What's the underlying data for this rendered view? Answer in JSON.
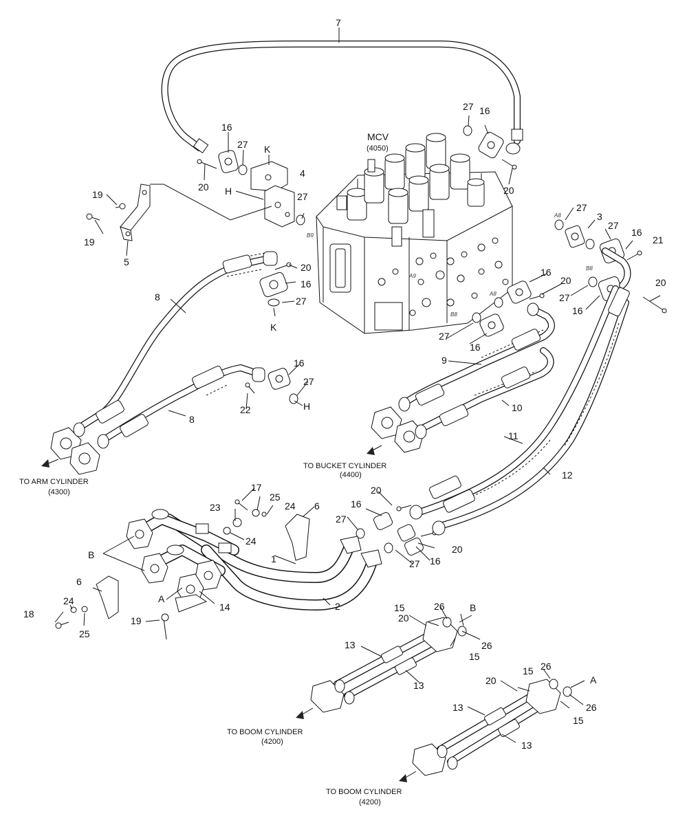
{
  "mcv": {
    "title": "MCV",
    "code": "(4050)"
  },
  "destinations": [
    {
      "text": "TO ARM CYLINDER",
      "code": "(4300)"
    },
    {
      "text": "TO BUCKET CYLINDER",
      "code": "(4400)"
    },
    {
      "text": "TO BOOM CYLINDER",
      "code": "(4200)"
    },
    {
      "text": "TO BOOM CYLINDER",
      "code": "(4200)"
    }
  ],
  "port_marks": [
    "B9",
    "A8",
    "B8",
    "A9",
    "A8",
    "B8"
  ],
  "callouts": [
    "7",
    "27",
    "16",
    "16",
    "27",
    "K",
    "4",
    "20",
    "20",
    "H",
    "27",
    "19",
    "19",
    "5",
    "27",
    "3",
    "27",
    "16",
    "21",
    "20",
    "20",
    "16",
    "27",
    "16",
    "16",
    "20",
    "27",
    "K",
    "8",
    "27",
    "16",
    "16",
    "9",
    "16",
    "27",
    "H",
    "22",
    "8",
    "10",
    "11",
    "12",
    "17",
    "25",
    "24",
    "23",
    "6",
    "24",
    "20",
    "16",
    "27",
    "20",
    "27",
    "16",
    "B",
    "1",
    "6",
    "2",
    "A",
    "14",
    "24",
    "18",
    "25",
    "19",
    "15",
    "26",
    "B",
    "20",
    "26",
    "13",
    "15",
    "13",
    "15",
    "26",
    "A",
    "20",
    "26",
    "13",
    "15",
    "13"
  ]
}
